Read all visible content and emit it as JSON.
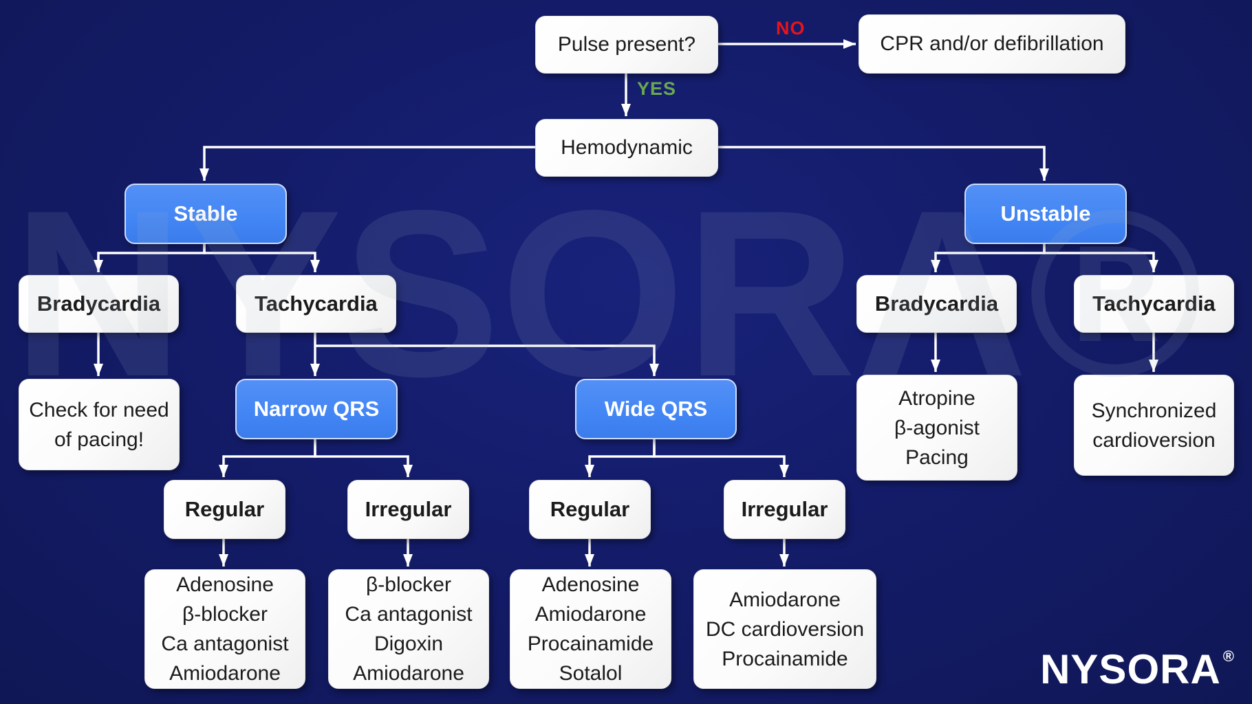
{
  "colors": {
    "background": "#131b66",
    "accent_blue": "#4285f4",
    "node_bg": "#ffffff",
    "node_text": "#1b1b1b",
    "arrow": "#ffffff",
    "no_label": "#e8131c",
    "yes_label": "#6aa84f"
  },
  "edge_labels": {
    "no": "NO",
    "yes": "YES"
  },
  "nodes": {
    "pulse": {
      "label": "Pulse present?"
    },
    "cpr": {
      "label": "CPR and/or defibrillation"
    },
    "hemodynamic": {
      "label": "Hemodynamic"
    },
    "stable": {
      "label": "Stable"
    },
    "unstable": {
      "label": "Unstable"
    },
    "stable_bradycardia": {
      "label": "Bradycardia"
    },
    "stable_tachycardia": {
      "label": "Tachycardia"
    },
    "check_pacing": {
      "lines": [
        "Check for need",
        "of pacing!"
      ]
    },
    "narrow_qrs": {
      "label": "Narrow QRS"
    },
    "wide_qrs": {
      "label": "Wide QRS"
    },
    "narrow_regular": {
      "label": "Regular"
    },
    "narrow_irregular": {
      "label": "Irregular"
    },
    "wide_regular": {
      "label": "Regular"
    },
    "wide_irregular": {
      "label": "Irregular"
    },
    "narrow_regular_drugs": {
      "lines": [
        "Adenosine",
        "β-blocker",
        "Ca antagonist",
        "Amiodarone"
      ]
    },
    "narrow_irregular_drugs": {
      "lines": [
        "β-blocker",
        "Ca antagonist",
        "Digoxin",
        "Amiodarone"
      ]
    },
    "wide_regular_drugs": {
      "lines": [
        "Adenosine",
        "Amiodarone",
        "Procainamide",
        "Sotalol"
      ]
    },
    "wide_irregular_drugs": {
      "lines": [
        "Amiodarone",
        "DC cardioversion",
        "Procainamide"
      ]
    },
    "unstable_bradycardia": {
      "label": "Bradycardia"
    },
    "unstable_tachycardia": {
      "label": "Tachycardia"
    },
    "atropine_pacing": {
      "lines": [
        "Atropine",
        "β-agonist",
        "Pacing"
      ]
    },
    "sync_cardioversion": {
      "lines": [
        "Synchronized",
        "cardioversion"
      ]
    }
  },
  "watermark": "NYSORA®",
  "logo": {
    "text": "NYSORA",
    "registered": "®"
  }
}
